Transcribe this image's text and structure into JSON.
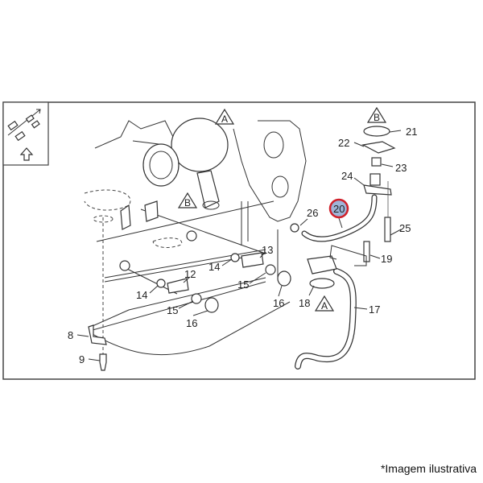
{
  "diagram": {
    "callouts": [
      "8",
      "9",
      "12",
      "13",
      "14",
      "14",
      "15",
      "15",
      "16",
      "16",
      "17",
      "18",
      "19",
      "20",
      "21",
      "22",
      "23",
      "24",
      "25",
      "26"
    ],
    "highlighted_callout": "20",
    "highlight_color": "#d0202a",
    "highlight_fill": "#9fb4d8",
    "reference_markers": [
      "A",
      "A",
      "B",
      "B"
    ]
  },
  "caption": "*Imagem ilustrativa"
}
